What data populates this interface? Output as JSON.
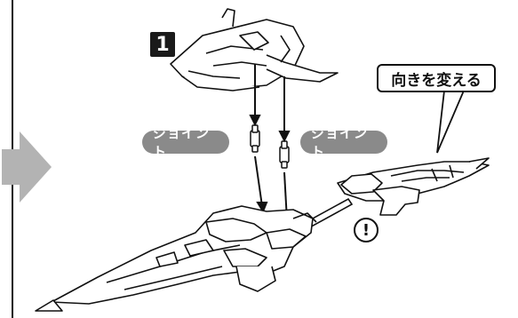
{
  "step": {
    "number": "1"
  },
  "labels": {
    "joint_left": "ジョイント",
    "joint_right": "ジョイント",
    "callout": "向きを変える",
    "caution_mark": "!"
  },
  "icons": {
    "step_arrow": "right-arrow-icon",
    "caution": "exclamation-circle-icon"
  },
  "colors": {
    "arrow": "#b3b3b3",
    "pill": "#8a8a8a",
    "line": "#111111"
  }
}
